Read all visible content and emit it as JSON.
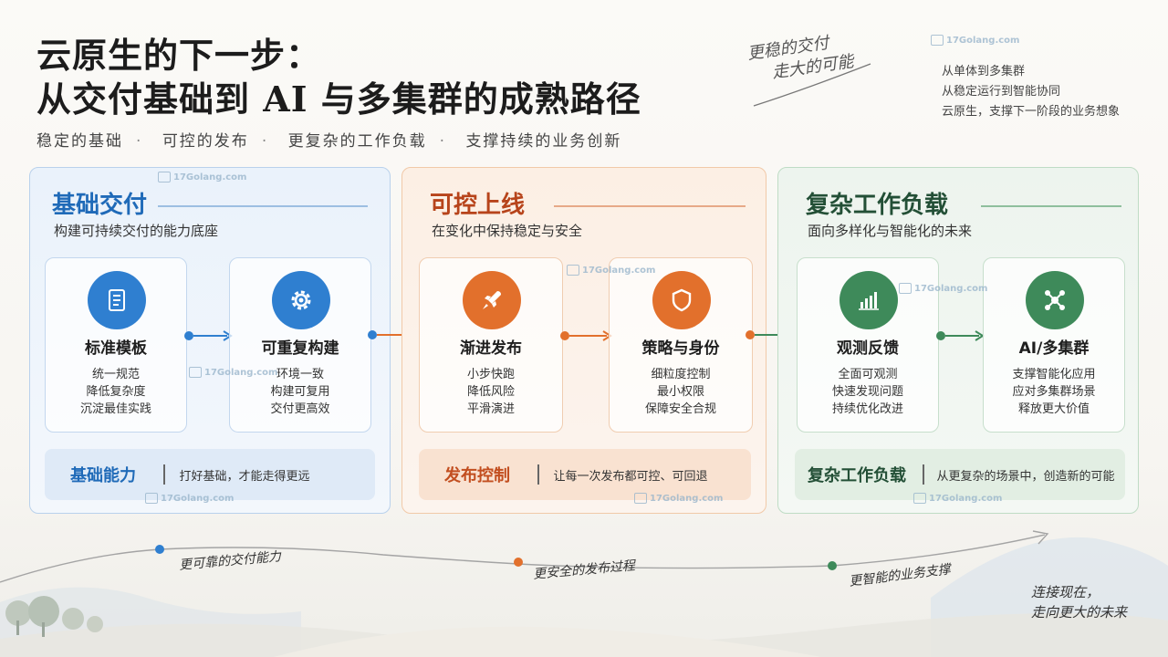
{
  "header": {
    "title_line1": "云原生的下一步：",
    "title_line2": "从交付基础到 AI 与多集群的成熟路径",
    "subtitle_items": [
      "稳定的基础",
      "可控的发布",
      "更复杂的工作负载",
      "支撑持续的业务创新"
    ],
    "slogan_line1": "更稳的交付",
    "slogan_line2": "走大的可能",
    "side_notes": [
      "从单体到多集群",
      "从稳定运行到智能协同",
      "云原生，支撑下一阶段的业务想象"
    ]
  },
  "watermark": "17Golang.com",
  "panels": [
    {
      "title": "基础交付",
      "subtitle": "构建可持续交付的能力底座",
      "color": "#2f7fd0",
      "cards": [
        {
          "icon": "document-icon",
          "title": "标准模板",
          "lines": [
            "统一规范",
            "降低复杂度",
            "沉淀最佳实践"
          ]
        },
        {
          "icon": "gear-icon",
          "title": "可重复构建",
          "lines": [
            "环境一致",
            "构建可复用",
            "交付更高效"
          ]
        }
      ],
      "footer_title": "基础能力",
      "footer_desc": "打好基础，才能走得更远"
    },
    {
      "title": "可控上线",
      "subtitle": "在变化中保持稳定与安全",
      "color": "#e2702c",
      "cards": [
        {
          "icon": "rocket-icon",
          "title": "渐进发布",
          "lines": [
            "小步快跑",
            "降低风险",
            "平滑演进"
          ]
        },
        {
          "icon": "shield-icon",
          "title": "策略与身份",
          "lines": [
            "细粒度控制",
            "最小权限",
            "保障安全合规"
          ]
        }
      ],
      "footer_title": "发布控制",
      "footer_desc": "让每一次发布都可控、可回退"
    },
    {
      "title": "复杂工作负载",
      "subtitle": "面向多样化与智能化的未来",
      "color": "#3e8a5a",
      "cards": [
        {
          "icon": "bar-chart-icon",
          "title": "观测反馈",
          "lines": [
            "全面可观测",
            "快速发现问题",
            "持续优化改进"
          ]
        },
        {
          "icon": "network-icon",
          "title": "AI/多集群",
          "lines": [
            "支撑智能化应用",
            "应对多集群场景",
            "释放更大价值"
          ]
        }
      ],
      "footer_title": "复杂工作负载",
      "footer_desc": "从更复杂的场景中，创造新的可能"
    }
  ],
  "journey": [
    {
      "label": "更可靠的交付能力",
      "color": "#2f7fd0"
    },
    {
      "label": "更安全的发布过程",
      "color": "#e2702c"
    },
    {
      "label": "更智能的业务支撑",
      "color": "#3e8a5a"
    }
  ],
  "closing_line1": "连接现在，",
  "closing_line2": "走向更大的未来"
}
